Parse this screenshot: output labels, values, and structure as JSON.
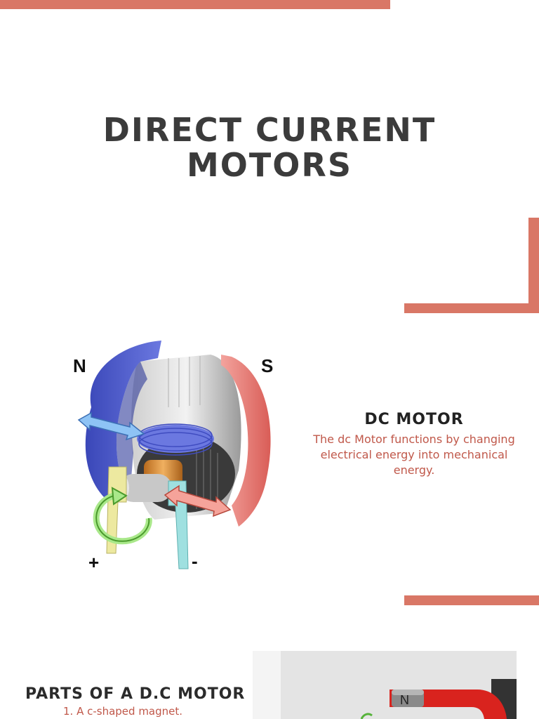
{
  "colors": {
    "accent": "#d97766",
    "heading": "#3b3b3b",
    "body_accent": "#c0584a"
  },
  "title": {
    "line1": "DIRECT CURRENT",
    "line2": "MOTORS"
  },
  "motor_diagram": {
    "pole_n": "N",
    "pole_s": "S",
    "terminal_plus": "+",
    "terminal_minus": "-"
  },
  "dc_motor": {
    "heading": "DC MOTOR",
    "description": "The dc Motor functions by changing electrical energy into mechanical energy."
  },
  "parts": {
    "heading": "PARTS OF A D.C MOTOR",
    "items": [
      "1. A c-shaped magnet."
    ]
  },
  "photo": {
    "magnet_label": "N"
  }
}
